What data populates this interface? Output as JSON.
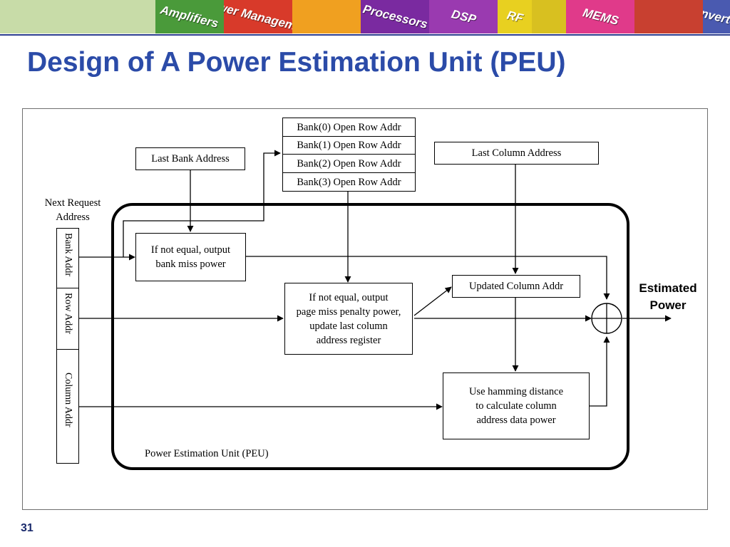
{
  "slide": {
    "title": "Design of A Power Estimation Unit (PEU)",
    "page_number": "31"
  },
  "banner": {
    "tiles": [
      {
        "label": "",
        "color": "#c8dca8"
      },
      {
        "label": "Amplifiers",
        "color": "#4a9a3a"
      },
      {
        "label": "Power Management",
        "color": "#d83a2a"
      },
      {
        "label": "",
        "color": "#f0a020"
      },
      {
        "label": "Processors",
        "color": "#7a2aa0"
      },
      {
        "label": "DSP",
        "color": "#9a3ab0"
      },
      {
        "label": "RF",
        "color": "#e8d020"
      },
      {
        "label": "",
        "color": "#d8c020"
      },
      {
        "label": "MEMS",
        "color": "#e03a8a"
      },
      {
        "label": "",
        "color": "#c84030"
      },
      {
        "label": "Converters",
        "color": "#4a5ab0"
      }
    ],
    "rule_color": "#2d3e8f"
  },
  "diagram": {
    "next_request_label": "Next Request\nAddress",
    "address_fields": [
      "Bank Addr",
      "Row Addr",
      "Column Addr"
    ],
    "last_bank_address": "Last Bank Address",
    "bank_rows": [
      "Bank(0) Open Row Addr",
      "Bank(1) Open Row Addr",
      "Bank(2) Open Row Addr",
      "Bank(3) Open Row Addr"
    ],
    "last_column_address": "Last Column Address",
    "bank_miss_box": "If not equal, output\nbank miss power",
    "page_miss_box": "If not equal, output\npage miss penalty power,\nupdate last  column\naddress register",
    "updated_column_box": "Updated Column Addr",
    "hamming_box": "Use hamming distance\nto calculate column\naddress data power",
    "peu_label": "Power Estimation Unit (PEU)",
    "output_label": "Estimated\nPower"
  }
}
